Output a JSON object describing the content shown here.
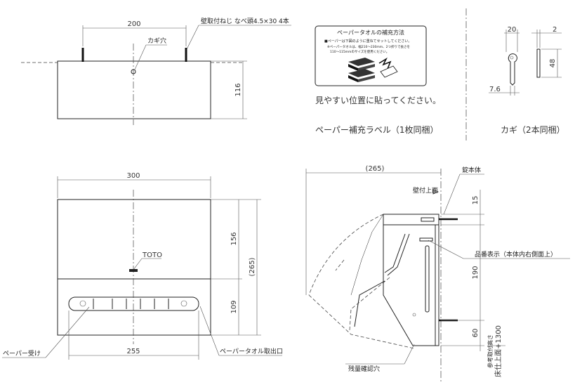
{
  "top_view": {
    "dim_screw_spacing": "200",
    "screw_label": "壁取付ねじ なべ頭4.5×30 4本",
    "key_hole_label": "カギ穴",
    "dim_height": "116"
  },
  "label_sticker": {
    "title": "ペーパータオルの補充方法",
    "line1": "■ペーパーは下図のように重ねてセットしてください。",
    "line2": "※ペーパータオルは、幅210〜230mm、2つ折りで長さを",
    "line3": "110〜115mmのサイズを使用ください。",
    "note": "見やすい位置に貼ってください。",
    "caption": "ペーパー補充ラベル（1枚同梱）"
  },
  "key": {
    "dim_width": "20",
    "dim_thickness": "2",
    "dim_length": "48",
    "dim_small": "7.6",
    "caption": "カギ（2本同梱）"
  },
  "front_view": {
    "dim_width": "300",
    "dim_upper": "156",
    "dim_total": "(265)",
    "dim_lower": "109",
    "dim_slot_width": "255",
    "brand": "TOTO",
    "label_paper_rest": "ペーパー受け",
    "label_outlet": "ペーパータオル取出口"
  },
  "side_view": {
    "dim_depth": "(265)",
    "dim_15": "15",
    "dim_190": "190",
    "dim_60": "60",
    "label_body": "錠本体",
    "label_wall_top": "壁付上面",
    "label_model": "品番表示（本体内右側面上）",
    "label_check": "残量確認穴",
    "label_ref1": "参考取付高さ",
    "label_ref2": "床仕上面+1300"
  }
}
